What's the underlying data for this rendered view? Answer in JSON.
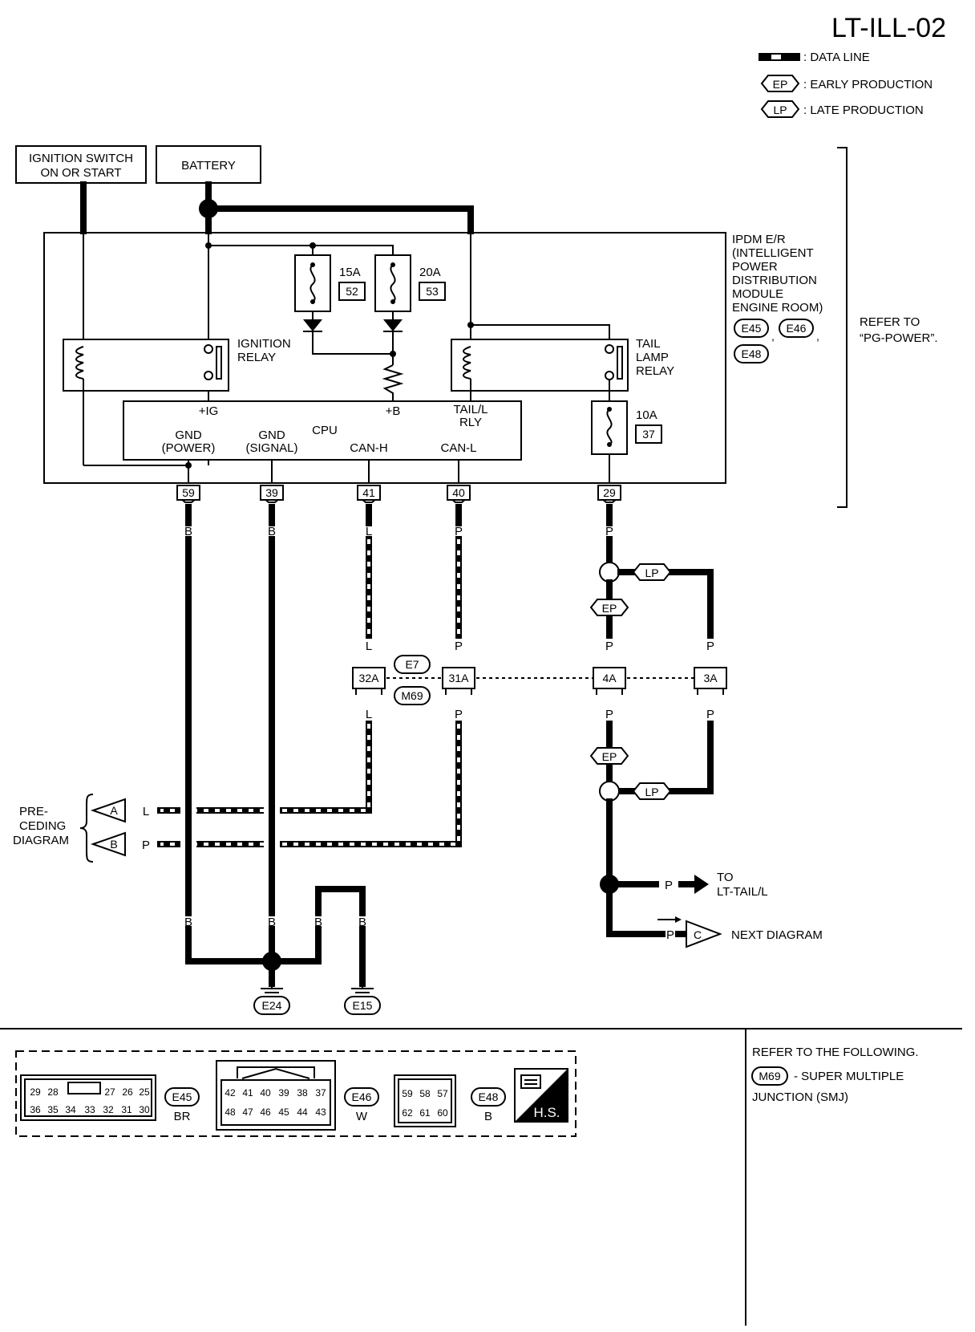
{
  "page_id": "LT-ILL-02",
  "legend": {
    "data_line": ": DATA LINE",
    "ep_tag": "EP",
    "ep_text": ": EARLY PRODUCTION",
    "lp_tag": "LP",
    "lp_text": ": LATE PRODUCTION"
  },
  "sources": {
    "ignition_line1": "IGNITION SWITCH",
    "ignition_line2": "ON OR START",
    "battery": "BATTERY"
  },
  "ipdm": {
    "title_lines": [
      "IPDM E/R",
      "(INTELLIGENT",
      "POWER",
      "DISTRIBUTION",
      "MODULE",
      "ENGINE ROOM)"
    ],
    "connectors": [
      "E45",
      "E46",
      "E48"
    ],
    "refer_line1": "REFER TO",
    "refer_line2": "“PG-POWER”.",
    "ign_relay_line1": "IGNITION",
    "ign_relay_line2": "RELAY",
    "tail_relay_lines": [
      "TAIL",
      "LAMP",
      "RELAY"
    ],
    "fuse_15a": "15A",
    "fuse_15a_no": "52",
    "fuse_20a": "20A",
    "fuse_20a_no": "53",
    "fuse_10a": "10A",
    "fuse_10a_no": "37"
  },
  "cpu": {
    "title": "CPU",
    "ig": "+IG",
    "b": "+B",
    "tail_rly_line1": "TAIL/L",
    "tail_rly_line2": "RLY",
    "gnd_power_line1": "GND",
    "gnd_power_line2": "(POWER)",
    "gnd_signal_line1": "GND",
    "gnd_signal_line2": "(SIGNAL)",
    "can_h": "CAN-H",
    "can_l": "CAN-L"
  },
  "terminals": [
    "59",
    "39",
    "41",
    "40",
    "29"
  ],
  "wire_colors": {
    "black": "B",
    "blue": "L",
    "pink": "P"
  },
  "joint": {
    "terms": [
      "32A",
      "31A",
      "4A",
      "3A"
    ],
    "connector_top": "E7",
    "connector_bottom": "M69"
  },
  "preceding": {
    "line1": "PRE-",
    "line2": "CEDING",
    "line3": "DIAGRAM",
    "a": "A",
    "b": "B"
  },
  "outputs": {
    "to_line1": "TO",
    "to_line2": "LT-TAIL/L",
    "next_mark": "C",
    "next_text": "NEXT DIAGRAM"
  },
  "grounds": [
    "E24",
    "E15"
  ],
  "connector_views": {
    "e45_row1": [
      "29",
      "28",
      "27",
      "26",
      "25"
    ],
    "e45_row2": [
      "36",
      "35",
      "34",
      "33",
      "32",
      "31",
      "30"
    ],
    "e45_name": "E45",
    "e45_color": "BR",
    "e46_row1": [
      "42",
      "41",
      "40",
      "39",
      "38",
      "37"
    ],
    "e46_row2": [
      "48",
      "47",
      "46",
      "45",
      "44",
      "43"
    ],
    "e46_name": "E46",
    "e46_color": "W",
    "e48_row1": [
      "59",
      "58",
      "57"
    ],
    "e48_row2": [
      "62",
      "61",
      "60"
    ],
    "e48_name": "E48",
    "e48_color": "B",
    "hs_label": "H.S."
  },
  "notes": {
    "line1": "REFER TO THE FOLLOWING.",
    "m69_tag": "M69",
    "m69_text": "- SUPER MULTIPLE",
    "m69_text2": "JUNCTION (SMJ)"
  }
}
